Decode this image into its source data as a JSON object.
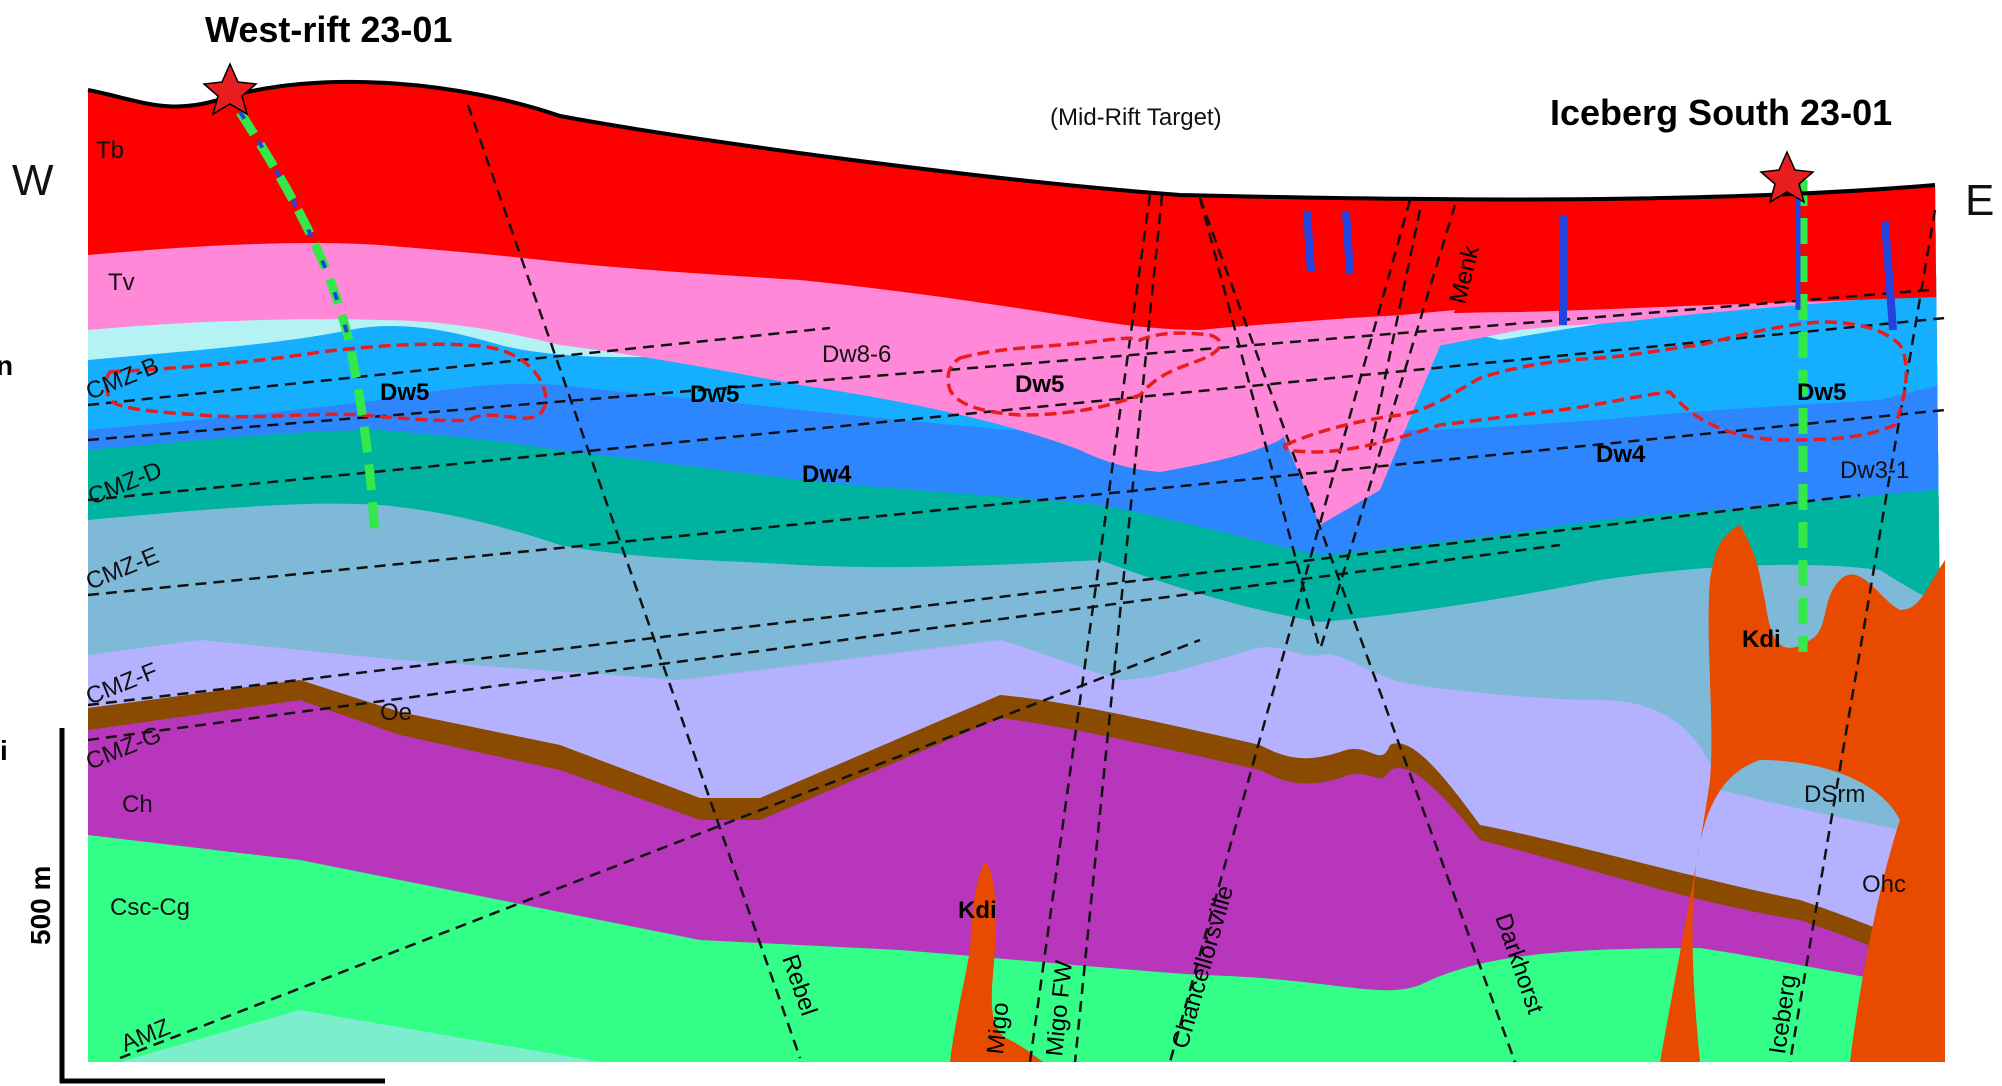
{
  "wells": {
    "west": "West-rift 23-01",
    "east": "Iceberg South 23-01"
  },
  "directions": {
    "west": "W",
    "east": "E"
  },
  "annotations": {
    "mid_rift": "(Mid-Rift Target)"
  },
  "units": {
    "tb": "Tb",
    "tv": "Tv",
    "cmz_b": "CMZ-B",
    "cmz_d": "CMZ-D",
    "cmz_e": "CMZ-E",
    "cmz_f": "CMZ-F",
    "cmz_g": "CMZ-G",
    "amz": "AMZ",
    "oe": "Oe",
    "ch": "Ch",
    "csc_cg": "Csc-Cg",
    "dw5": "Dw5",
    "dw4": "Dw4",
    "dw8_6": "Dw8-6",
    "dw3_1": "Dw3-1",
    "kdi": "Kdi",
    "dsrm": "DSrm",
    "ohc": "Ohc"
  },
  "faults": {
    "rebel": "Rebel",
    "migo": "Migo",
    "migo_fw": "Migo FW",
    "chancellorsville": "Chancellorsville",
    "darkhorst": "Darkhorst",
    "iceberg": "Iceberg",
    "menk": "Menk"
  },
  "scale": {
    "vertical": "500 m",
    "clipped_left_1": "n",
    "clipped_left_2": "i"
  },
  "colors": {
    "tb": "#ff0000",
    "tv": "#ff88d8",
    "dw8_6": "#b4f2f4",
    "dw5": "#16aeff",
    "dw4": "#2e86ff",
    "dw3_1": "#00b2a0",
    "dsrm": "#7fb9d8",
    "ohc": "#b4b2ff",
    "oe": "#8a4a00",
    "ch": "#b836bc",
    "csc_cg": "#33ff88",
    "amz_basement": "#7ceece",
    "kdi": "#e84a00",
    "well_trace": "#33e84a",
    "well_segment": "#2244dd",
    "target_outline": "#e81e1e"
  }
}
